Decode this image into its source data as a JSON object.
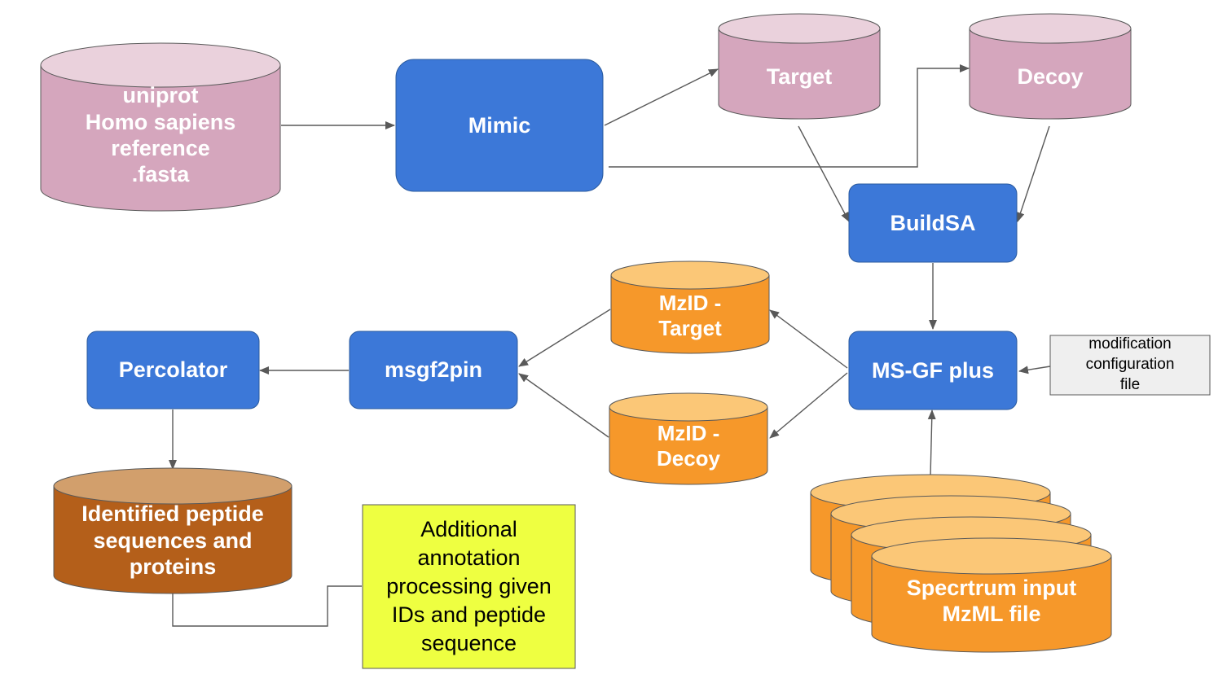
{
  "colors": {
    "process": "#3c78d8",
    "process_border": "#2a5a9e",
    "db_pink": "#d5a6bd",
    "db_pink_top": "#ead1dc",
    "db_orange": "#f6982a",
    "db_orange_top": "#fbc777",
    "db_brown": "#b45f1a",
    "db_brown_top": "#d29f6c",
    "note_yellow": "#eeff41",
    "note_gray": "#efefef",
    "arrow": "#595959"
  },
  "nodes": {
    "uniprot": {
      "lines": [
        "uniprot",
        "Homo sapiens",
        "reference",
        ".fasta"
      ]
    },
    "mimic": {
      "lines": [
        "Mimic"
      ]
    },
    "target_db": {
      "lines": [
        "Target"
      ]
    },
    "decoy_db": {
      "lines": [
        "Decoy"
      ]
    },
    "buildsa": {
      "lines": [
        "BuildSA"
      ]
    },
    "msgf_plus": {
      "lines": [
        "MS-GF plus"
      ]
    },
    "mod_config": {
      "lines": [
        "modification",
        "configuration",
        "file"
      ]
    },
    "mzid_target": {
      "lines": [
        "MzID -",
        "Target"
      ]
    },
    "mzid_decoy": {
      "lines": [
        "MzID -",
        "Decoy"
      ]
    },
    "msgf2pin": {
      "lines": [
        "msgf2pin"
      ]
    },
    "percolator": {
      "lines": [
        "Percolator"
      ]
    },
    "identified": {
      "lines": [
        "Identified peptide",
        "sequences and",
        "proteins"
      ]
    },
    "additional": {
      "lines": [
        "Additional",
        "annotation",
        "processing given",
        "IDs and peptide",
        "sequence"
      ]
    },
    "spectrum": {
      "lines": [
        "Specrtrum input",
        "MzML file"
      ]
    }
  }
}
